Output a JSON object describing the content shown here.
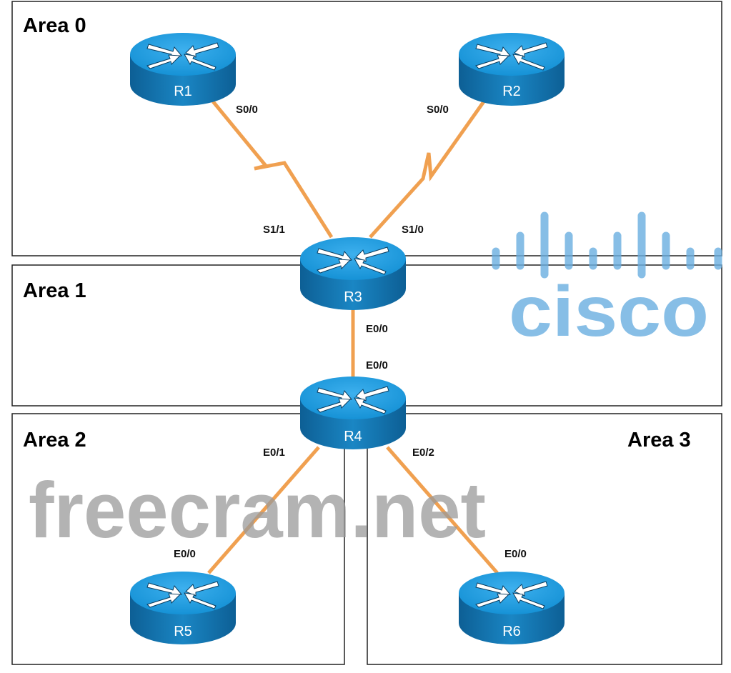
{
  "areas": [
    {
      "label": "Area 0"
    },
    {
      "label": "Area 1"
    },
    {
      "label": "Area 2"
    },
    {
      "label": "Area 3"
    }
  ],
  "routers": [
    {
      "label": "R1"
    },
    {
      "label": "R2"
    },
    {
      "label": "R3"
    },
    {
      "label": "R4"
    },
    {
      "label": "R5"
    },
    {
      "label": "R6"
    }
  ],
  "interfaces": {
    "r1_s00": "S0/0",
    "r2_s00": "S0/0",
    "r3_s11": "S1/1",
    "r3_s10": "S1/0",
    "r3_e00": "E0/0",
    "r4_e00": "E0/0",
    "r4_e01": "E0/1",
    "r4_e02": "E0/2",
    "r5_e00": "E0/0",
    "r6_e00": "E0/0"
  },
  "watermark": {
    "text": "freecram.net",
    "logo": "cisco"
  },
  "colors": {
    "router": "#1a8ccc",
    "link": "#f0a050"
  }
}
